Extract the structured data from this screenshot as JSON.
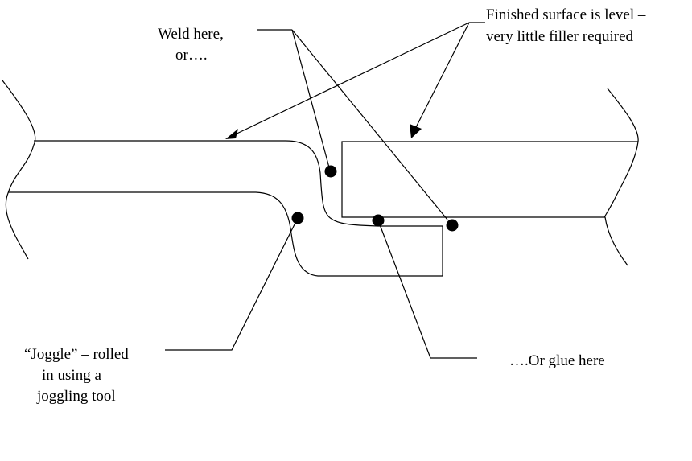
{
  "labels": {
    "finished_surface_line1": "Finished surface is level –",
    "finished_surface_line2": "very little filler required",
    "weld_line1": "Weld here,",
    "weld_line2": "or….",
    "joggle_line1": "“Joggle” – rolled",
    "joggle_line2": "in using a",
    "joggle_line3": "joggling tool",
    "glue": "….Or glue here"
  }
}
